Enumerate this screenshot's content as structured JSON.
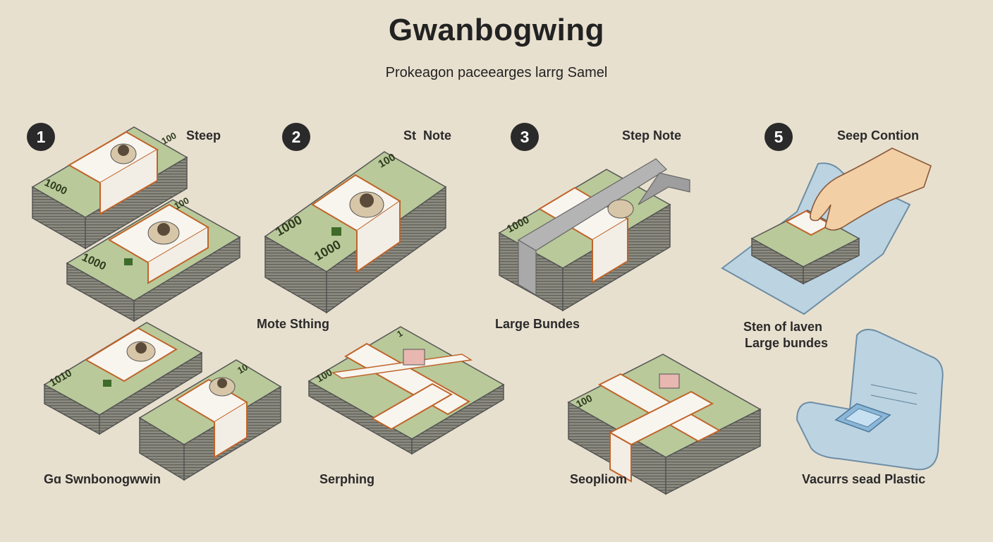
{
  "title": "Gwanbogwing",
  "subtitle": "Prokeagon paceearges larrg Samel",
  "steps": [
    {
      "number": "1",
      "label": "Steep"
    },
    {
      "number": "2",
      "label": "St  Note"
    },
    {
      "number": "3",
      "label": "Step Note"
    },
    {
      "number": "5",
      "label": "Seep Contion"
    }
  ],
  "captions": {
    "mote_sthing": "Mote Sthing",
    "large_bundes": "Large Bundes",
    "sten_line1": "Sten of laven",
    "sten_line2": "Large bundes",
    "gswn": "Gɑ Swnbonogwwin",
    "serphing": "Serphing",
    "seopliom": "Seopliom",
    "vacurrs": "Vacurrs sead Plastic"
  },
  "denominations": {
    "d1000": "1000",
    "d1010": "1010",
    "d100": "100",
    "d10": "10",
    "d1": "1"
  },
  "colors": {
    "background": "#e8e0cf",
    "note_green": "#b9c99a",
    "note_edge": "#6e6e62",
    "band": "#f8f5ef",
    "band_edge": "#c0642a",
    "plastic": "#bcd3e2",
    "badge": "#2a2a2a"
  }
}
